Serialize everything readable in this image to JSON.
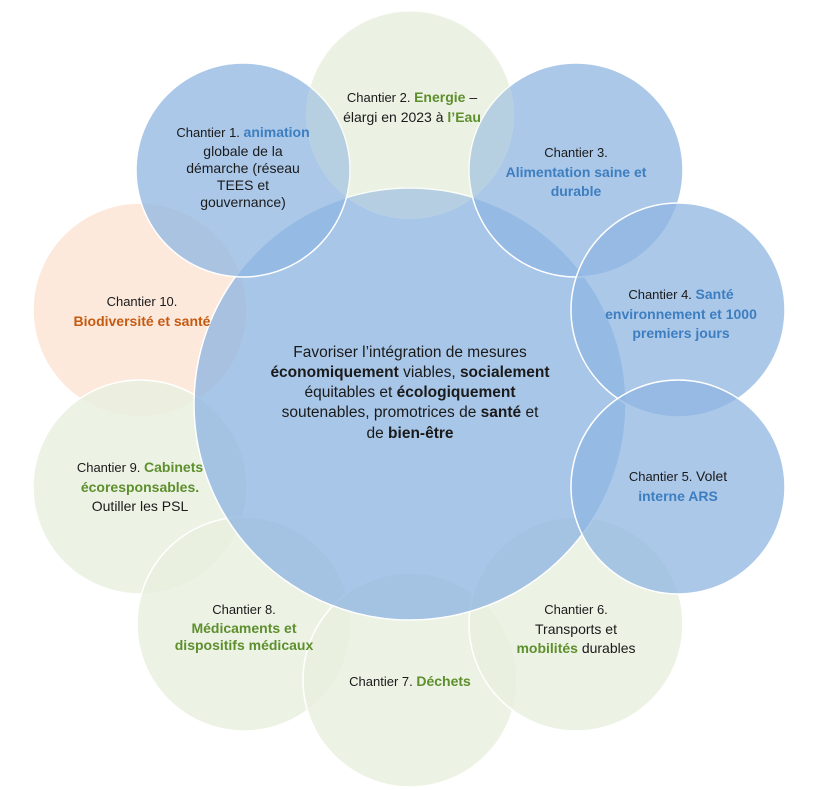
{
  "colors": {
    "blue_fill": "#9cc0e6",
    "blue_stroke": "#ffffff",
    "center_fill": "#8fb6e2",
    "green_fill": "#e9f0df",
    "peach_fill": "#fbe5d6",
    "blue_text": "#3d7ec0",
    "green_text": "#5e8f2d",
    "orange_text": "#c55a11"
  },
  "center": {
    "p1": "Favoriser l’intégration de mesures",
    "b1": "économiquement",
    "p2": " viables, ",
    "b2": "socialement",
    "p3": "équitables et ",
    "b3": "écologiquement",
    "p4": "soutenables, promotrices de ",
    "b4": "santé",
    "p5": " et",
    "p6": "de ",
    "b5": "bien-être"
  },
  "chantiers": [
    {
      "pre": "Chantier 1. ",
      "highlight": "animation",
      "rest": "globale de la démarche (réseau TEES et gouvernance)",
      "style": "blue"
    },
    {
      "pre": "Chantier 2. ",
      "highlight": "Energie",
      "rest": " – élargi en 2023 à ",
      "highlight2": "l’Eau",
      "style": "green"
    },
    {
      "pre": "Chantier 3.",
      "highlight": "Alimentation saine et durable",
      "rest": "",
      "style": "blue"
    },
    {
      "pre": "Chantier 4. ",
      "highlight": "Santé environnement et 1000 premiers jours",
      "rest": "",
      "style": "blue"
    },
    {
      "pre": "Chantier 5. ",
      "rest_first": "Volet",
      "highlight": "interne ARS",
      "style": "blue"
    },
    {
      "pre": "Chantier 6.",
      "rest_first": "Transports et",
      "highlight": "mobilités",
      "rest": " durables",
      "style": "green"
    },
    {
      "pre": "Chantier 7. ",
      "highlight": "Déchets",
      "rest": "",
      "style": "green"
    },
    {
      "pre": "Chantier 8.",
      "highlight": "Médicaments et dispositifs médicaux",
      "rest": "",
      "style": "green"
    },
    {
      "pre": "Chantier 9. ",
      "highlight": "Cabinets écoresponsables.",
      "rest": "Outiller les PSL",
      "style": "green"
    },
    {
      "pre": "Chantier 10.",
      "highlight": "Biodiversité et santé",
      "rest": "",
      "style": "orange"
    }
  ]
}
